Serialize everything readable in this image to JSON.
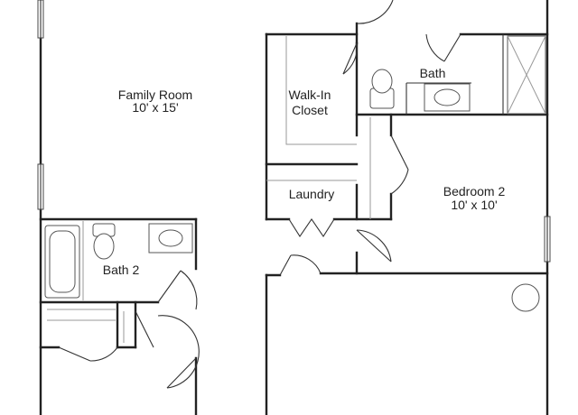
{
  "rooms": {
    "family_room": {
      "name": "Family Room",
      "size": "10' x 15'"
    },
    "walk_in_closet": {
      "line1": "Walk-In",
      "line2": "Closet"
    },
    "bath": {
      "name": "Bath"
    },
    "laundry": {
      "name": "Laundry"
    },
    "bedroom_2": {
      "name": "Bedroom 2",
      "size": "10' x 10'"
    },
    "bath_2": {
      "name": "Bath 2"
    }
  },
  "colors": {
    "wall": "#222222",
    "fixture": "#555555",
    "background": "#ffffff"
  }
}
